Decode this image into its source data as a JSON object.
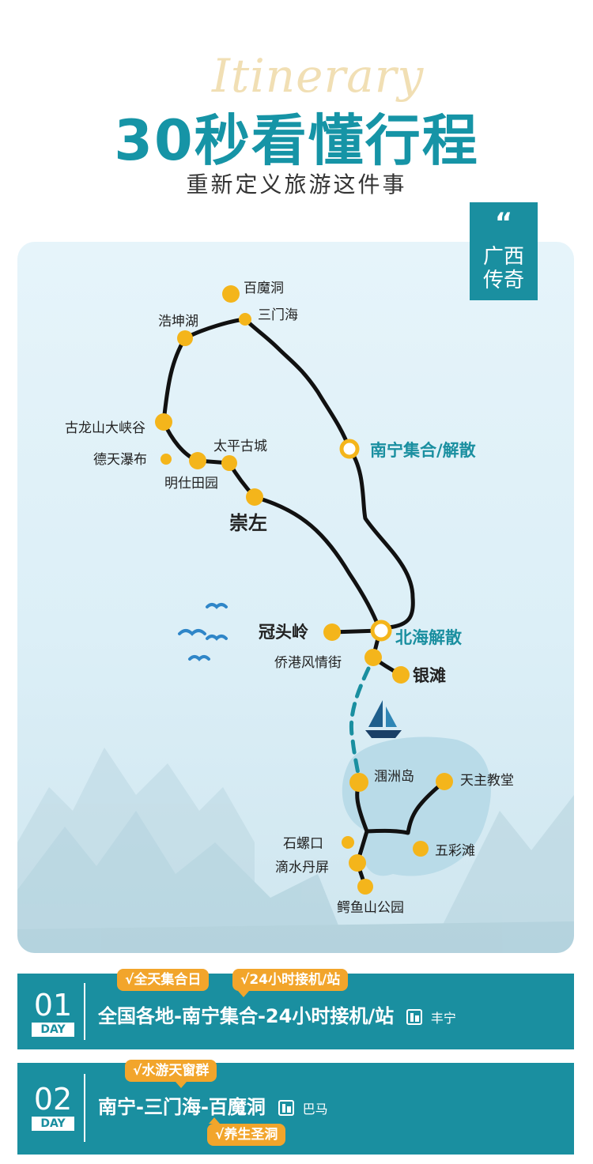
{
  "header": {
    "script_word": "Itinerary",
    "title": "30秒看懂行程",
    "subtitle": "重新定义旅游这件事"
  },
  "tag": {
    "mark": "“",
    "line1": "广西",
    "line2": "传奇"
  },
  "map": {
    "places": {
      "baimodong": "百魔洞",
      "sanmenhai": "三门海",
      "haokunhu": "浩坤湖",
      "gulongshan": "古龙山大峡谷",
      "detian": "德天瀑布",
      "mingshi": "明仕田园",
      "taiping": "太平古城",
      "chongzuo": "崇左",
      "nanning": "南宁集合/解散",
      "guantouling": "冠头岭",
      "beihai": "北海解散",
      "qiaogang": "侨港风情街",
      "yintan": "银滩",
      "weizhou": "涠洲岛",
      "tianzhu": "天主教堂",
      "shiluokou": "石螺口",
      "dishui": "滴水丹屏",
      "wucaitan": "五彩滩",
      "eyushan": "鳄鱼山公园"
    },
    "colors": {
      "route": "#111111",
      "stop": "#f4b51b",
      "hub_ring": "#f4b51b",
      "hub_label": "#1a8fa0",
      "sea_route": "#1a8fa0"
    }
  },
  "days": [
    {
      "num": "01",
      "day_label": "DAY",
      "route": "全国各地-南宁集合-24小时接机/站",
      "hotel_icon": "hotel-icon",
      "hotel": "丰宁",
      "tags": [
        "√全天集合日",
        "√24小时接机/站"
      ]
    },
    {
      "num": "02",
      "day_label": "DAY",
      "route": "南宁-三门海-百魔洞",
      "hotel_icon": "hotel-icon",
      "hotel": "巴马",
      "tags_top": [
        "√水游天窗群"
      ],
      "tags_bottom": [
        "√养生圣洞"
      ]
    }
  ],
  "accent_colors": {
    "teal": "#1694a6",
    "orange": "#f2a52b"
  }
}
